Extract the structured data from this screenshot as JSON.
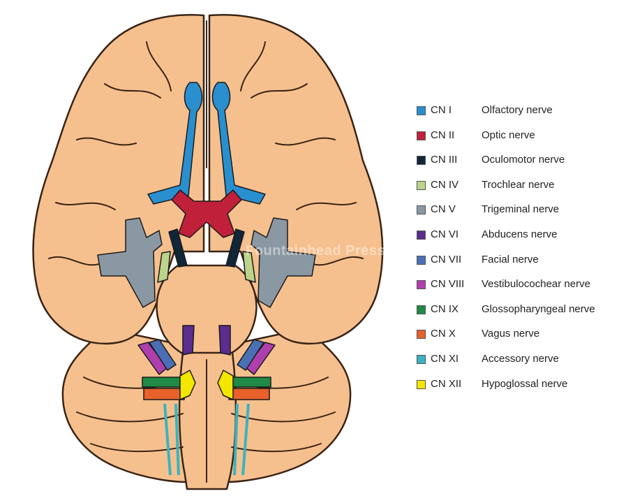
{
  "watermark": "Fountainhead Press",
  "colors": {
    "brain_fill": "#f6c08e",
    "brain_stroke": "#3a2415",
    "shadow": "#c98a55"
  },
  "legend": [
    {
      "code": "CN I",
      "name": "Olfactory nerve",
      "color": "#2a8fcf"
    },
    {
      "code": "CN II",
      "name": "Optic nerve",
      "color": "#c0203a"
    },
    {
      "code": "CN III",
      "name": "Oculomotor nerve",
      "color": "#12263a"
    },
    {
      "code": "CN IV",
      "name": "Trochlear nerve",
      "color": "#bcd38c"
    },
    {
      "code": "CN V",
      "name": "Trigeminal nerve",
      "color": "#8a98a4"
    },
    {
      "code": "CN VI",
      "name": "Abducens nerve",
      "color": "#5a2d8f"
    },
    {
      "code": "CN VII",
      "name": "Facial nerve",
      "color": "#4a6fb5"
    },
    {
      "code": "CN VIII",
      "name": "Vestibulocochear nerve",
      "color": "#b03fae"
    },
    {
      "code": "CN IX",
      "name": "Glossopharyngeal nerve",
      "color": "#1f8a45"
    },
    {
      "code": "CN X",
      "name": "Vagus nerve",
      "color": "#e8602a"
    },
    {
      "code": "CN XI",
      "name": "Accessory nerve",
      "color": "#3ab3c0"
    },
    {
      "code": "CN XII",
      "name": "Hypoglossal nerve",
      "color": "#f3e600"
    }
  ]
}
